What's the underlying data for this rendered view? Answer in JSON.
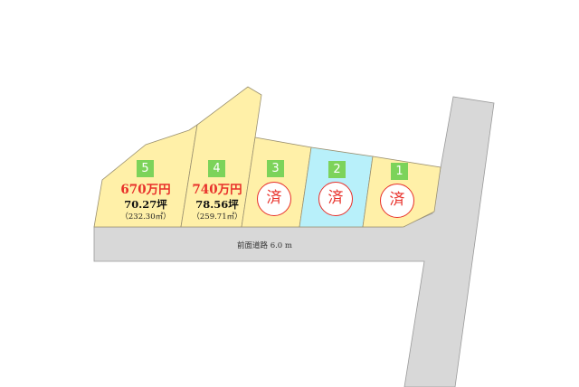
{
  "map": {
    "colors": {
      "available_lot": "#fff0a8",
      "highlighted_lot": "#b8f0fa",
      "road": "#d8d8d8",
      "lot_number_badge": "#7cd35a",
      "price_text": "#e8302a",
      "sold_mark": "#e8302a"
    },
    "road": {
      "label": "前面道路 6.0 m"
    },
    "lots": [
      {
        "number": "1",
        "status": "sold",
        "sold_mark": "済"
      },
      {
        "number": "2",
        "status": "sold",
        "sold_mark": "済"
      },
      {
        "number": "3",
        "status": "sold",
        "sold_mark": "済"
      },
      {
        "number": "4",
        "status": "available",
        "price": "740万円",
        "area_tsubo": "78.56坪",
        "area_sqm": "（259.71㎡）"
      },
      {
        "number": "5",
        "status": "available",
        "price": "670万円",
        "area_tsubo": "70.27坪",
        "area_sqm": "（232.30㎡）"
      }
    ]
  }
}
